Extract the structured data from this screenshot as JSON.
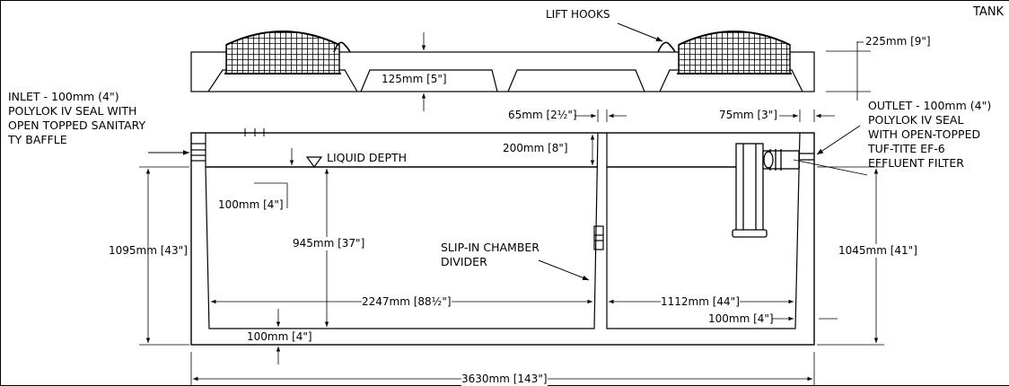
{
  "title_fragment": "TANK",
  "labels": {
    "lift_hooks": "LIFT HOOKS",
    "lid_height": "225mm [9\"]",
    "lid_gap": "125mm [5\"]",
    "top_wall": "65mm [2½\"]",
    "outlet_wall": "75mm [3\"]",
    "freeboard": "200mm [8\"]",
    "liquid_depth": "LIQUID DEPTH",
    "inlet_drop": "100mm [4\"]",
    "liquid_height": "945mm [37\"]",
    "tank_height": "1095mm [43\"]",
    "outlet_height": "1045mm [41\"]",
    "inlet_length": "2247mm [88½\"]",
    "outlet_length": "1112mm [44\"]",
    "outlet_floor": "100mm [4\"]",
    "inlet_floor": "100mm [4\"]",
    "overall_length": "3630mm [143\"]",
    "divider": [
      "SLIP-IN CHAMBER",
      "DIVIDER"
    ]
  },
  "inlet_note": [
    "INLET - 100mm (4\")",
    "POLYLOK IV SEAL WITH",
    "OPEN TOPPED SANITARY",
    "TY BAFFLE"
  ],
  "outlet_note": [
    "OUTLET - 100mm (4\")",
    "POLYLOK IV SEAL",
    "WITH OPEN-TOPPED",
    "TUF-TITE EF-6",
    "EFFLUENT FILTER"
  ]
}
